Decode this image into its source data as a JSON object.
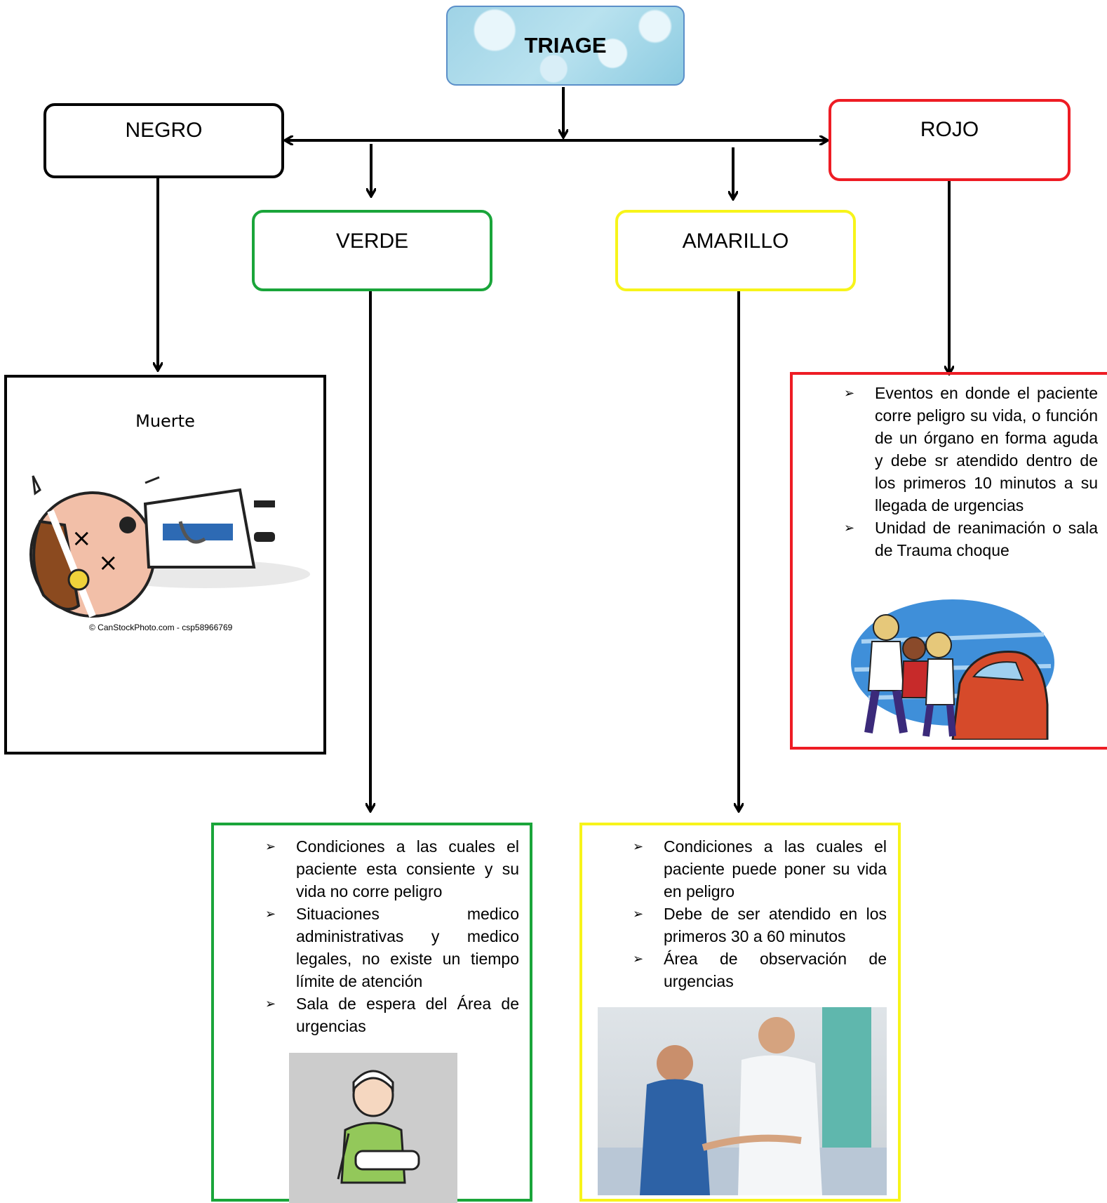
{
  "root": {
    "label": "TRIAGE"
  },
  "categories": {
    "negro": {
      "label": "NEGRO",
      "color": "#000000"
    },
    "verde": {
      "label": "VERDE",
      "color": "#1aa53a"
    },
    "amarillo": {
      "label": "AMARILLO",
      "color": "#f7f41a"
    },
    "rojo": {
      "label": "ROJO",
      "color": "#ee1c24"
    }
  },
  "negro_box": {
    "title": "Muerte",
    "image_credit": "© CanStockPhoto.com - csp58966769",
    "image_icon": "cartoon-dead-doctor"
  },
  "verde_box": {
    "bullets": [
      "Condiciones a las cuales el paciente esta consiente y su vida no corre peligro",
      "Situaciones medico administrativas y medico legales, no existe un tiempo límite de atención",
      "Sala de espera del Área de urgencias"
    ],
    "image_icon": "injured-patient-bandage"
  },
  "amarillo_box": {
    "bullets": [
      "Condiciones a las cuales el paciente puede poner su vida en peligro",
      "Debe de ser atendido en los primeros 30 a 60 minutos",
      "Área de observación de urgencias"
    ],
    "image_icon": "nurse-doctor-patient-photo"
  },
  "rojo_box": {
    "bullets": [
      "Eventos en donde el paciente corre peligro su vida, o función de un órgano en forma aguda y debe sr atendido dentro de los primeros 10 minutos a su llegada de urgencias",
      "Unidad de reanimación o sala de Trauma choque"
    ],
    "image_icon": "car-accident-rescue-clipart"
  },
  "bullet_glyph": "➢"
}
